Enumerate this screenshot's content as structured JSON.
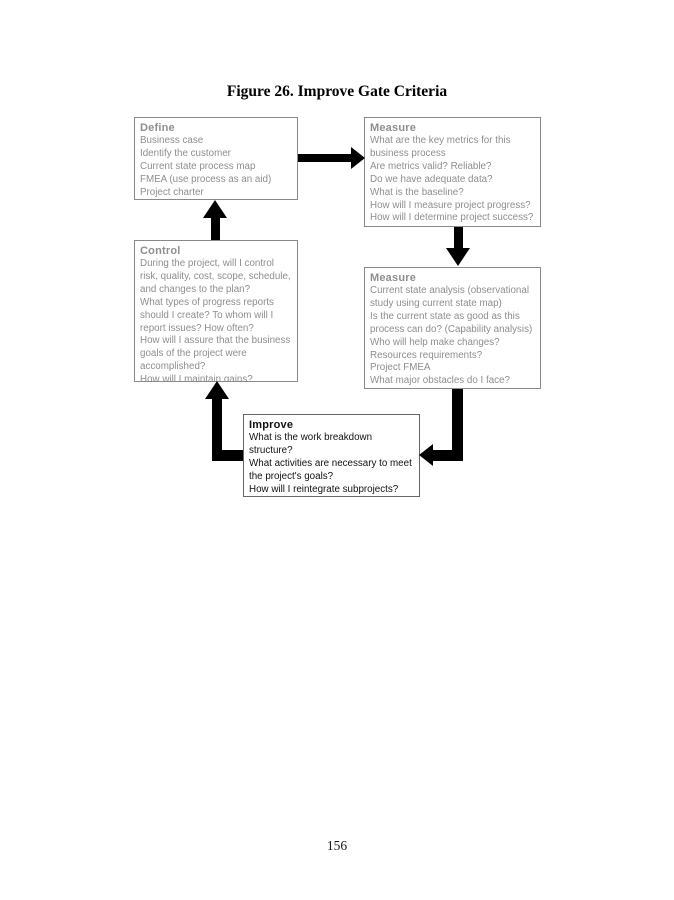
{
  "page": {
    "figure_title": "Figure 26. Improve Gate Criteria",
    "page_number": "156"
  },
  "colors": {
    "arrow": "#000000",
    "box_border": "#8a8a8a",
    "improve_border": "#666666",
    "gray_text": "#8e8e8e",
    "improve_text": "#111111",
    "page_bg": "#ffffff"
  },
  "diagram": {
    "boxes": {
      "define": {
        "header": "Define",
        "lines": [
          "Business case",
          "Identify the customer",
          "Current state process map",
          "FMEA (use process as an aid)",
          "Project charter"
        ]
      },
      "measure_top": {
        "header": "Measure",
        "lines": [
          "What are the key metrics for this",
          "business process",
          "Are metrics valid? Reliable?",
          "Do we have adequate data?",
          "What is the baseline?",
          "How will I measure project progress?",
          "How will I determine project success?"
        ]
      },
      "control": {
        "header": "Control",
        "lines": [
          "During the project, will I control",
          "risk, quality, cost, scope, schedule,",
          "and changes to the plan?",
          "What types of progress reports",
          "should I create? To whom will I",
          "report issues? How often?",
          "How will I assure that the business",
          "goals of the project were",
          "accomplished?",
          "How will I maintain gains?"
        ]
      },
      "measure_right": {
        "header": "Measure",
        "lines": [
          "Current state analysis (observational",
          "study using current state map)",
          "Is the current state as good as this",
          "process can do? (Capability analysis)",
          "Who will help make changes?",
          "Resources requirements?",
          "Project FMEA",
          "What major obstacles do I face?"
        ]
      },
      "improve": {
        "header": "Improve",
        "lines": [
          "What is the work breakdown",
          "structure?",
          "What activities are necessary to meet",
          "the project's goals?",
          "How will I reintegrate subprojects?"
        ]
      }
    },
    "arrows": [
      {
        "name": "define-to-measure-top",
        "direction": "right"
      },
      {
        "name": "control-to-define",
        "direction": "up"
      },
      {
        "name": "measure-top-to-measure-right",
        "direction": "down"
      },
      {
        "name": "measure-right-to-improve",
        "direction": "down-then-left"
      },
      {
        "name": "improve-to-control",
        "direction": "left-then-up"
      }
    ]
  }
}
